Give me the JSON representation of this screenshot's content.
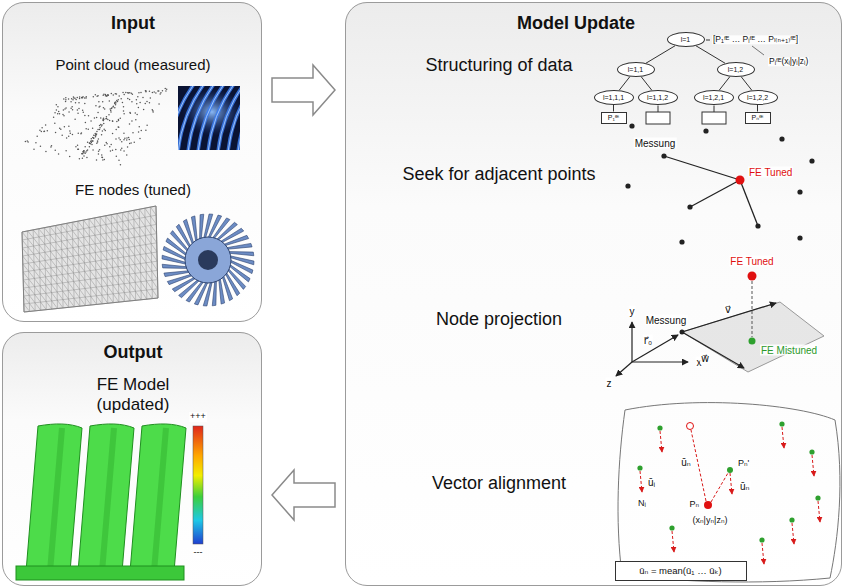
{
  "diagram": {
    "nodes": [
      {
        "text": [
          "Input",
          "Point cloud (measured)",
          "FE nodes (tuned)"
        ]
      },
      {
        "text": [
          "Model Update",
          "Structuring of data",
          "Seek for adjacent points",
          "Node projection",
          "Vector alignment"
        ]
      },
      {
        "text": [
          "l=1"
        ],
        "in": 1
      },
      {
        "text": [
          "l=1,1"
        ],
        "in": 1
      },
      {
        "text": [
          "l=1,2"
        ],
        "in": 1
      },
      {
        "text": [
          "l=1,1,1"
        ],
        "in": 1
      },
      {
        "text": [
          "l=1,1,2"
        ],
        "in": 1
      },
      {
        "text": [
          "l=1,2,1"
        ],
        "in": 1
      },
      {
        "text": [
          "l=1,2,2"
        ],
        "in": 1
      },
      {
        "text": [
          "P₁ᶠᴱ"
        ],
        "in": 1
      },
      {
        "text": [
          "Pₙᶠᴱ"
        ],
        "in": 1
      },
      {
        "text": [
          "ūₙ = mean(ū₁ … ūₖ)"
        ],
        "in": 1
      },
      {
        "text": [
          "Output",
          "FE Model (updated)"
        ]
      }
    ],
    "edges": [
      {
        "from": 0,
        "to": 1,
        "arrow": "to"
      },
      {
        "from": 1,
        "to": 12,
        "arrow": "to"
      },
      {
        "from": 2,
        "to": 3,
        "arrow": "none"
      },
      {
        "from": 2,
        "to": 4,
        "arrow": "none"
      },
      {
        "from": 3,
        "to": 5,
        "arrow": "none"
      },
      {
        "from": 3,
        "to": 6,
        "arrow": "none"
      },
      {
        "from": 4,
        "to": 7,
        "arrow": "none"
      },
      {
        "from": 4,
        "to": 8,
        "arrow": "none"
      },
      {
        "from": 5,
        "to": 9,
        "arrow": "none"
      },
      {
        "from": 8,
        "to": 10,
        "arrow": "none"
      }
    ],
    "labels": [
      "[P₁ᶠᴱ … Pᵢᶠᴱ … Pₗ₍ₙ₊₁₎ᶠᴱ]",
      "Pᵢᶠᴱ(xᵢ|yᵢ|zᵢ)",
      "Messung",
      "FE Tuned",
      "FE Tuned",
      "y",
      "x",
      "z",
      "Messung",
      "r⃗₀",
      "v⃗",
      "w⃗",
      "FE Mistuned",
      "ūᵢ",
      "Nᵢ",
      "ūₙ",
      "Pₙ'",
      "ūₙ",
      "Pₙ",
      "(xₙ|yₙ|zₙ)",
      "+++",
      "---"
    ]
  }
}
